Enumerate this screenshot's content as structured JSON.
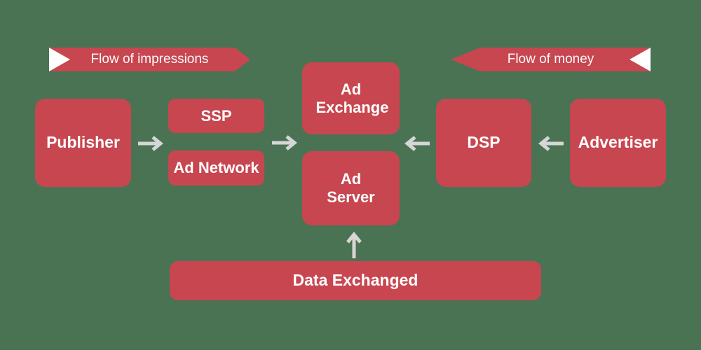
{
  "colors": {
    "background": "#4A7354",
    "node_fill": "#C8464F",
    "node_text": "#FFFFFF",
    "arrow": "#D6D6D6",
    "banner_fill": "#C8464F",
    "banner_text": "#FAFAFA",
    "banner_triangle": "#FFFFFF"
  },
  "banners": {
    "impressions": {
      "label": "Flow of impressions",
      "direction": "right"
    },
    "money": {
      "label": "Flow of money",
      "direction": "left"
    }
  },
  "nodes": {
    "publisher": {
      "label": "Publisher"
    },
    "ssp": {
      "label": "SSP"
    },
    "ad_network": {
      "label": "Ad Network"
    },
    "ad_exchange": {
      "label": "Ad Exchange"
    },
    "ad_server": {
      "label": "Ad Server"
    },
    "dsp": {
      "label": "DSP"
    },
    "advertiser": {
      "label": "Advertiser"
    },
    "data_exchanged": {
      "label": "Data Exchanged"
    }
  },
  "connections": [
    {
      "from": "Publisher",
      "to": "SSP / Ad Network",
      "direction": "right"
    },
    {
      "from": "SSP / Ad Network",
      "to": "Ad Exchange / Ad Server",
      "direction": "right"
    },
    {
      "from": "DSP",
      "to": "Ad Exchange / Ad Server",
      "direction": "left"
    },
    {
      "from": "Advertiser",
      "to": "DSP",
      "direction": "left"
    },
    {
      "from": "Data Exchanged",
      "to": "Ad Server",
      "direction": "up"
    }
  ]
}
